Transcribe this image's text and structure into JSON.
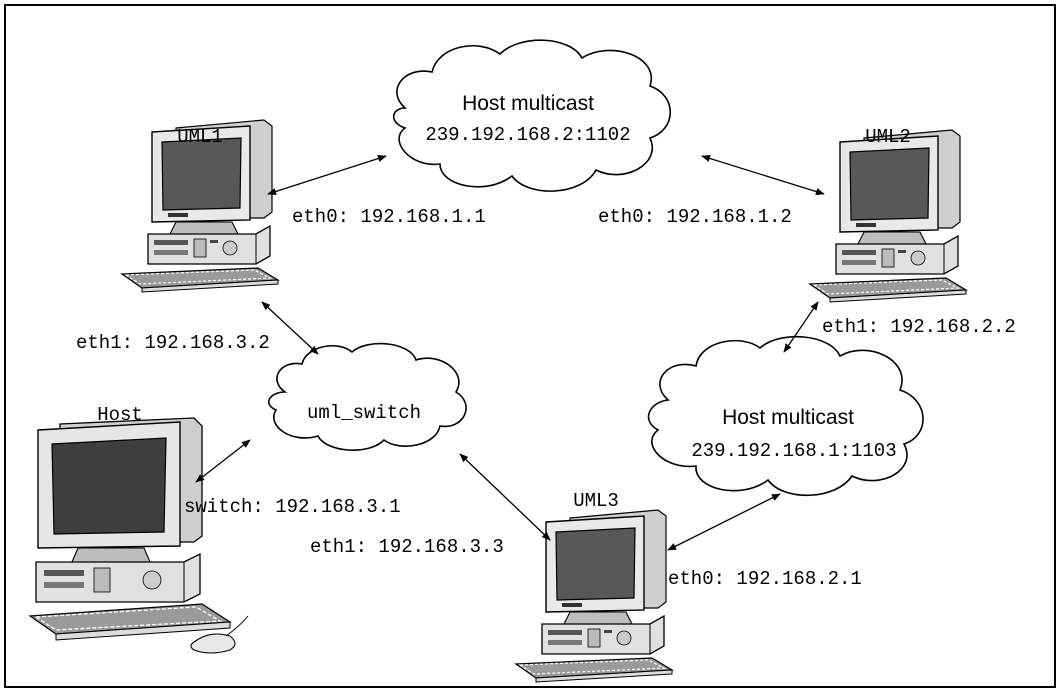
{
  "nodes": {
    "uml1": {
      "name": "UML1",
      "eth0": "eth0: 192.168.1.1",
      "eth1": "eth1: 192.168.3.2"
    },
    "uml2": {
      "name": "UML2",
      "eth0": "eth0: 192.168.1.2",
      "eth1": "eth1: 192.168.2.2"
    },
    "uml3": {
      "name": "UML3",
      "eth0": "eth0: 192.168.2.1",
      "eth1": "eth1: 192.168.3.3"
    },
    "host": {
      "name": "Host",
      "switch": "switch: 192.168.3.1"
    }
  },
  "clouds": {
    "multicast_top": {
      "title": "Host multicast",
      "address": "239.192.168.2:1102"
    },
    "multicast_right": {
      "title": "Host multicast",
      "address": "239.192.168.1:1103"
    },
    "switch": {
      "label": "uml_switch"
    }
  }
}
